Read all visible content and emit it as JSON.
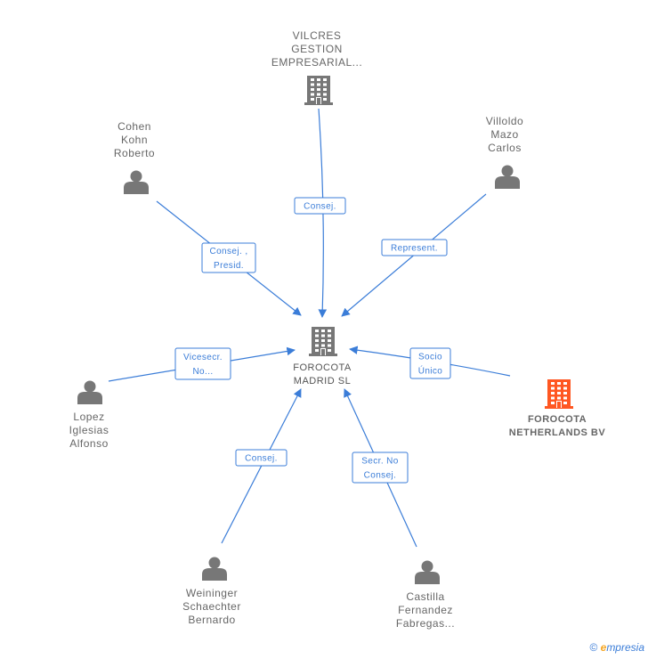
{
  "colors": {
    "edge": "#3b7dd8",
    "person": "#777777",
    "company": "#777777",
    "highlight": "#ff5722"
  },
  "nodes": {
    "center": {
      "lines": [
        "FOROCOTA",
        "MADRID SL"
      ],
      "icon": "building-icon"
    },
    "vilcres": {
      "lines": [
        "VILCRES",
        "GESTION",
        "EMPRESARIAL..."
      ],
      "icon": "building-icon"
    },
    "cohen": {
      "lines": [
        "Cohen",
        "Kohn",
        "Roberto"
      ],
      "icon": "person-icon"
    },
    "villoldo": {
      "lines": [
        "Villoldo",
        "Mazo",
        "Carlos"
      ],
      "icon": "person-icon"
    },
    "lopez": {
      "lines": [
        "Lopez",
        "Iglesias",
        "Alfonso"
      ],
      "icon": "person-icon"
    },
    "netherlands": {
      "lines": [
        "FOROCOTA",
        "NETHERLANDS BV"
      ],
      "icon": "building-icon"
    },
    "weininger": {
      "lines": [
        "Weininger",
        "Schaechter",
        "Bernardo"
      ],
      "icon": "person-icon"
    },
    "castilla": {
      "lines": [
        "Castilla",
        "Fernandez",
        "Fabregas..."
      ],
      "icon": "person-icon"
    }
  },
  "edges": {
    "vilcres": [
      "Consej."
    ],
    "cohen": [
      "Consej. ,",
      "Presid."
    ],
    "villoldo": [
      "Represent."
    ],
    "lopez": [
      "Vicesecr.",
      "No..."
    ],
    "netherlands": [
      "Socio",
      "Único"
    ],
    "weininger": [
      "Consej."
    ],
    "castilla": [
      "Secr.  No",
      "Consej."
    ]
  },
  "footer": {
    "copyright": "©",
    "brand_initial": "e",
    "brand_rest": "mpresia"
  }
}
